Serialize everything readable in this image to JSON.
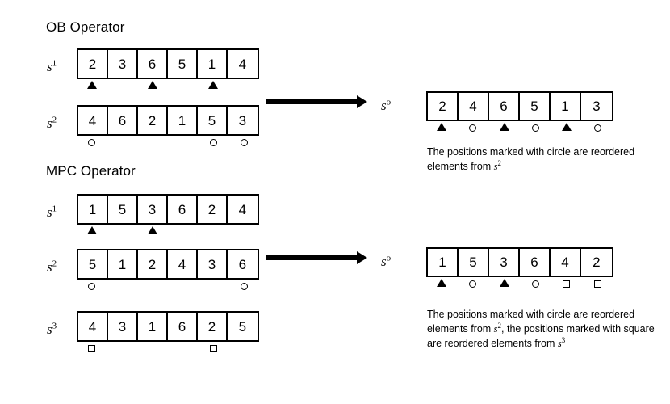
{
  "figure": {
    "sections": [
      {
        "id": "ob",
        "title": "OB Operator",
        "inputs": [
          {
            "label": "s",
            "sup": "1",
            "values": [
              "2",
              "3",
              "6",
              "5",
              "1",
              "4"
            ],
            "markers": [
              "triangle",
              "",
              "triangle",
              "",
              "triangle",
              ""
            ]
          },
          {
            "label": "s",
            "sup": "2",
            "values": [
              "4",
              "6",
              "2",
              "1",
              "5",
              "3"
            ],
            "markers": [
              "circle",
              "",
              "",
              "",
              "circle",
              "circle"
            ]
          }
        ],
        "output": {
          "label": "s",
          "sup": "o",
          "values": [
            "2",
            "4",
            "6",
            "5",
            "1",
            "3"
          ],
          "markers": [
            "triangle",
            "circle",
            "triangle",
            "circle",
            "triangle",
            "circle"
          ]
        },
        "caption_parts": [
          {
            "t": "text",
            "v": "The positions marked with circle are reordered elements from "
          },
          {
            "t": "var",
            "v": "s",
            "sup": "2"
          }
        ],
        "caption_plain": "The positions marked with circle are reordered elements from s2"
      },
      {
        "id": "mpc",
        "title": "MPC Operator",
        "inputs": [
          {
            "label": "s",
            "sup": "1",
            "values": [
              "1",
              "5",
              "3",
              "6",
              "2",
              "4"
            ],
            "markers": [
              "triangle",
              "",
              "triangle",
              "",
              "",
              ""
            ]
          },
          {
            "label": "s",
            "sup": "2",
            "values": [
              "5",
              "1",
              "2",
              "4",
              "3",
              "6"
            ],
            "markers": [
              "circle",
              "",
              "",
              "",
              "",
              "circle"
            ]
          },
          {
            "label": "s",
            "sup": "3",
            "values": [
              "4",
              "3",
              "1",
              "6",
              "2",
              "5"
            ],
            "markers": [
              "square",
              "",
              "",
              "",
              "square",
              ""
            ]
          }
        ],
        "output": {
          "label": "s",
          "sup": "o",
          "values": [
            "1",
            "5",
            "3",
            "6",
            "4",
            "2"
          ],
          "markers": [
            "triangle",
            "circle",
            "triangle",
            "circle",
            "square",
            "square"
          ]
        },
        "caption_parts": [
          {
            "t": "text",
            "v": "The positions marked with circle are reordered elements from "
          },
          {
            "t": "var",
            "v": "s",
            "sup": "2"
          },
          {
            "t": "text",
            "v": ", the positions marked with square are reordered elements from "
          },
          {
            "t": "var",
            "v": "s",
            "sup": "3"
          }
        ],
        "caption_plain": "The positions marked with circle are reordered elements from s2, the positions marked with square are reordered elements from s3"
      }
    ],
    "colors": {
      "ink": "#000000",
      "background": "#ffffff"
    }
  }
}
